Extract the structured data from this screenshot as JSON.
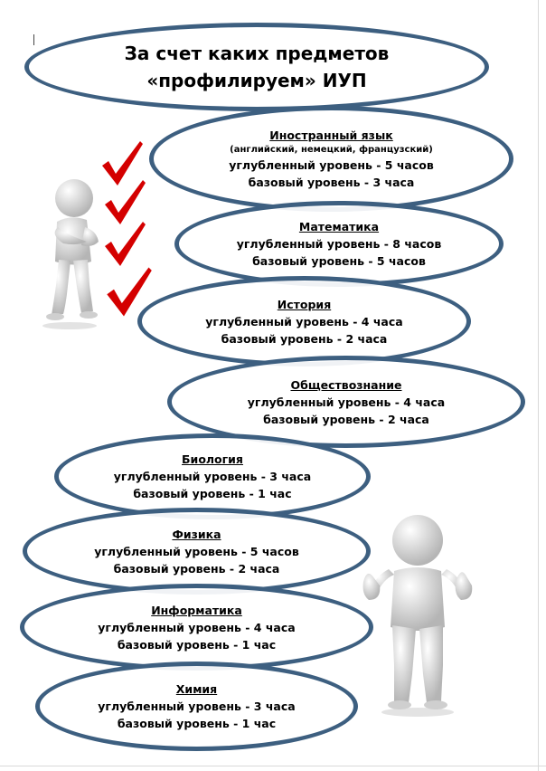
{
  "title": {
    "line1": "За счет каких предметов",
    "line2": "«профилируем» ИУП"
  },
  "subjects": [
    {
      "name": "Иностранный язык",
      "note": "(английский, немецкий, французский)",
      "advanced": "углубленный уровень - 5 часов",
      "basic": "базовый уровень - 3 часа"
    },
    {
      "name": "Математика",
      "advanced": "углубленный уровень - 8 часов",
      "basic": "базовый уровень - 5 часов"
    },
    {
      "name": "История",
      "advanced": "углубленный уровень - 4 часа",
      "basic": "базовый уровень - 2 часа"
    },
    {
      "name": "Обществознание",
      "advanced": "углубленный уровень - 4 часа",
      "basic": "базовый уровень - 2 часа"
    },
    {
      "name": "Биология",
      "advanced": "углубленный уровень - 3 часа",
      "basic": "базовый уровень - 1 час"
    },
    {
      "name": "Физика",
      "advanced": "углубленный уровень - 5 часов",
      "basic": "базовый уровень - 2 часа"
    },
    {
      "name": "Информатика",
      "advanced": "углубленный уровень - 4 часа",
      "basic": "базовый уровень - 1 час"
    },
    {
      "name": "Химия",
      "advanced": "углубленный уровень - 3 часа",
      "basic": "базовый уровень - 1 час"
    }
  ],
  "colors": {
    "oval_border": "#3d5f80",
    "checkmark": "#d40000",
    "figure": "#e6e6e6"
  },
  "icons": [
    "checkmark-icon",
    "thinking-figure-icon",
    "thumbs-up-figure-icon"
  ]
}
